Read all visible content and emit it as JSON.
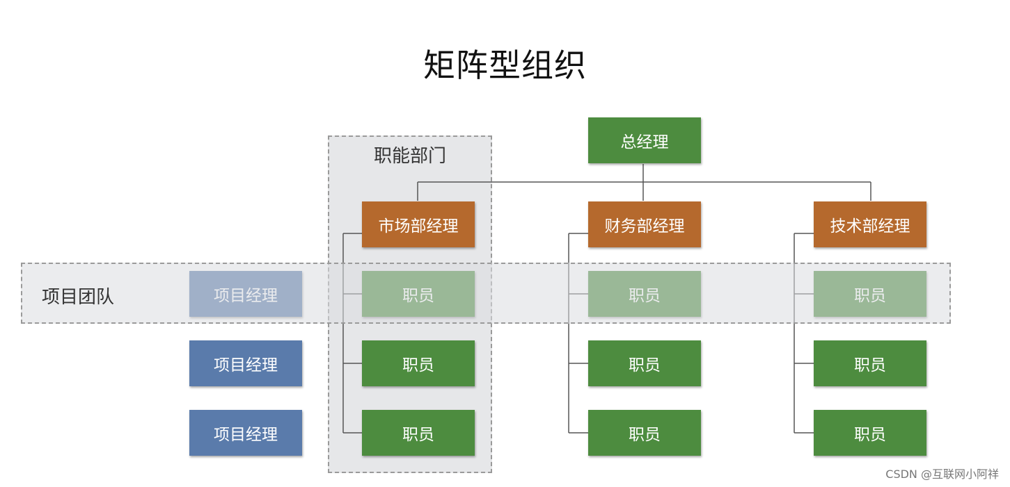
{
  "title": "矩阵型组织",
  "regions": {
    "functional_dept": "职能部门",
    "project_team": "项目团队"
  },
  "nodes": {
    "general_manager": "总经理",
    "dept_managers": [
      "市场部经理",
      "财务部经理",
      "技术部经理"
    ],
    "staff": "职员",
    "project_manager": "项目经理"
  },
  "colors": {
    "general_manager": "#4d8c3f",
    "dept_manager": "#b5692d",
    "staff": "#4d8c3f",
    "project_manager": "#5a7bab",
    "region_fill": "#e6e7e9",
    "region_border": "#9a9a9a"
  },
  "watermark": "CSDN @互联网小阿祥"
}
